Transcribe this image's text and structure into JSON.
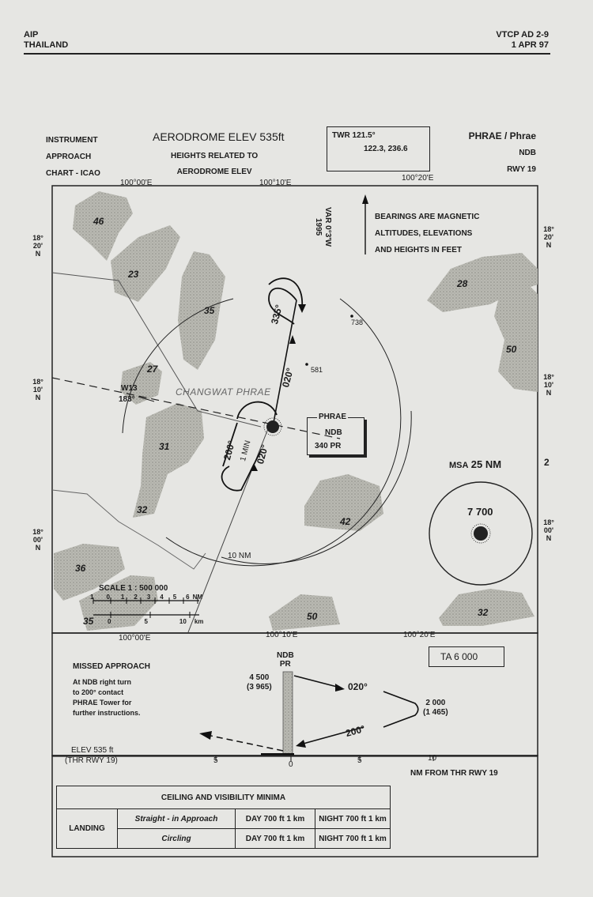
{
  "header": {
    "left_line1": "AIP",
    "left_line2": "THAILAND",
    "right_line1": "VTCP AD 2-9",
    "right_line2": "1 APR 97"
  },
  "chart_title": {
    "type_line1": "INSTRUMENT",
    "type_line2": "APPROACH",
    "type_line3": "CHART - ICAO",
    "elev": "AERODROME  ELEV 535ft",
    "heights_line1": "HEIGHTS  RELATED  TO",
    "heights_line2": "AERODROME  ELEV",
    "twr_line1": "TWR   121.5°",
    "twr_line2": "122.3,  236.6",
    "airport": "PHRAE / Phrae",
    "proc": "NDB",
    "rwy": "RWY 19"
  },
  "plan": {
    "lon_labels_top": [
      "100°00'E",
      "100°10'E",
      "100°20'E"
    ],
    "lon_labels_bottom": [
      "100°00'E",
      "100°10'E",
      "100°20'E"
    ],
    "lat_labels_left": [
      [
        "18°",
        "20'",
        "N"
      ],
      [
        "18°",
        "10'",
        "N"
      ],
      [
        "18°",
        "00'",
        "N"
      ]
    ],
    "lat_labels_right": [
      [
        "18°",
        "20'",
        "N"
      ],
      [
        "18°",
        "10'",
        "N"
      ],
      [
        "18°",
        "00'",
        "N"
      ]
    ],
    "right_edge_mark": "2",
    "notes": [
      "BEARINGS ARE MAGNETIC",
      "ALTITUDES, ELEVATIONS",
      "AND HEIGHTS IN FEET"
    ],
    "variation": "VAR 0°3'W",
    "variation_year": "1995",
    "terrain_labels": [
      "46",
      "23",
      "35",
      "27",
      "31",
      "32",
      "36",
      "35",
      "50",
      "42",
      "28",
      "50",
      "32"
    ],
    "spot_heights": [
      "738",
      "581"
    ],
    "area_name": "CHANGWAT PHRAE",
    "waypoint": "W13",
    "waypoint_bearing": "183°",
    "ndb_box": {
      "title": "PHRAE",
      "type": "NDB",
      "ident": "340   PR"
    },
    "tracks": [
      "335°",
      "020°",
      "200°",
      "020°",
      "1 MIN"
    ],
    "ring": "10 NM",
    "scale": {
      "title": "SCALE  1 : 500 000",
      "nm_ticks": [
        "1",
        "0",
        "1",
        "2",
        "3",
        "4",
        "5",
        "6"
      ],
      "nm_unit": "NM",
      "km_ticks": [
        "0",
        "5",
        "10"
      ],
      "km_unit": "km"
    },
    "msa": {
      "title": "MSA",
      "radius": "25 NM",
      "altitude": "7 700"
    }
  },
  "profile": {
    "missed_title": "MISSED  APPROACH",
    "missed_lines": [
      "At NDB right turn",
      "to 200° contact",
      "PHRAE Tower for",
      "further instructions."
    ],
    "ta": "TA  6 000",
    "ndb_label_1": "NDB",
    "ndb_label_2": "PR",
    "alt1": "4 500",
    "alt1_h": "(3 965)",
    "alt2": "2 000",
    "alt2_h": "(1 465)",
    "outbound": "020°",
    "inbound": "200°",
    "elev": "ELEV  535 ft",
    "thr": "(THR  RWY 19)",
    "axis_ticks": [
      "5",
      "0",
      "5",
      "10"
    ],
    "axis_label": "NM FROM THR RWY 19"
  },
  "minima": {
    "title": "CEILING AND VISIBILITY MINIMA",
    "row_header": "LANDING",
    "rows": [
      {
        "name": "Straight - in Approach",
        "day": "DAY  700 ft   1 km",
        "night": "NIGHT  700 ft 1 km"
      },
      {
        "name": "Circling",
        "day": "DAY  700 ft   1 km",
        "night": "NIGHT  700 ft 1 km"
      }
    ]
  }
}
